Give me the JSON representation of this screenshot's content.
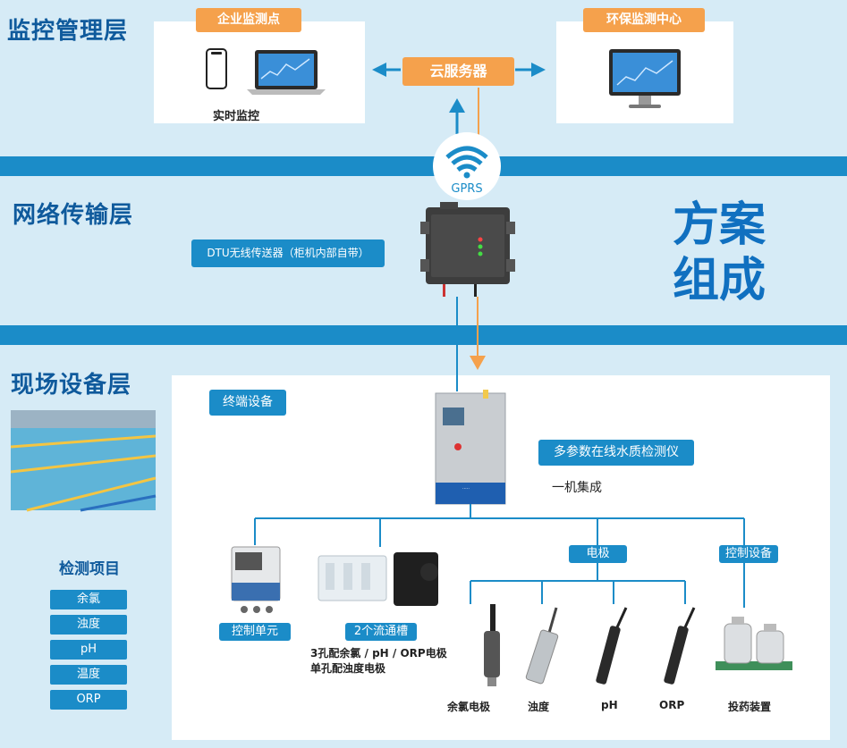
{
  "layers": {
    "monitor_title": "监控管理层",
    "network_title": "网络传输层",
    "field_title": "现场设备层"
  },
  "monitor": {
    "enterprise_label": "企业监测点",
    "realtime_label": "实时监控",
    "cloud_label": "云服务器",
    "env_center_label": "环保监测中心",
    "gprs_label": "GPRS"
  },
  "network": {
    "dtu_label": "DTU无线传送器（柜机内部自带）"
  },
  "big_title": {
    "line1": "方案",
    "line2": "组成"
  },
  "field": {
    "terminal_label": "终端设备",
    "analyzer_label": "多参数在线水质检测仪",
    "integrated_label": "一机集成",
    "control_unit_label": "控制单元",
    "flow_cell_label": "2个流通槽",
    "flow_desc_1": "3孔配余氯 / pH / ORP电极",
    "flow_desc_2": "单孔配浊度电极",
    "electrode_label": "电极",
    "control_device_label": "控制设备",
    "electrodes": [
      "余氯电极",
      "浊度",
      "pH",
      "ORP"
    ],
    "dosing_label": "投药装置"
  },
  "items": {
    "title": "检测项目",
    "list": [
      "余氯",
      "浊度",
      "pH",
      "温度",
      "ORP"
    ]
  },
  "colors": {
    "background": "#d6ebf6",
    "band": "#1b8cc8",
    "title_blue": "#0f5a9c",
    "orange": "#f5a14c",
    "tag_blue": "#1b8cc8"
  }
}
